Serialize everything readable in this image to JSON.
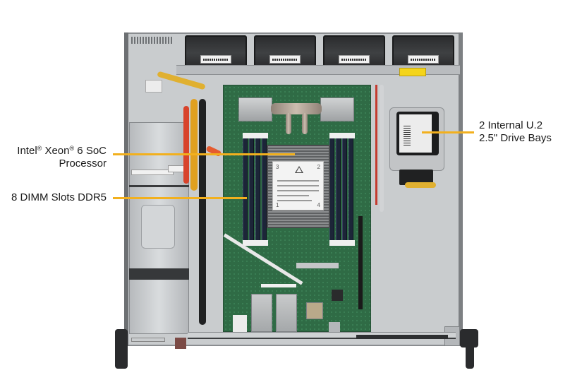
{
  "figure": {
    "subject": "1U server chassis top view",
    "background_color": "#ffffff",
    "callout_line_color": "#f2b01e"
  },
  "callouts": [
    {
      "id": "processor",
      "line1_parts": [
        "Intel",
        "®",
        " Xeon",
        "®",
        " 6 SoC"
      ],
      "line2": "Processor",
      "side": "left"
    },
    {
      "id": "dimm",
      "line1": "8 DIMM Slots DDR5",
      "side": "left"
    },
    {
      "id": "drive-bays",
      "line1": "2 Internal U.2",
      "line2": "2.5\" Drive Bays",
      "side": "right"
    }
  ],
  "components": {
    "fans": 4,
    "dimm_slots_per_side": 4,
    "cpu_label_corners": [
      "3",
      "2",
      "1",
      "4"
    ]
  }
}
